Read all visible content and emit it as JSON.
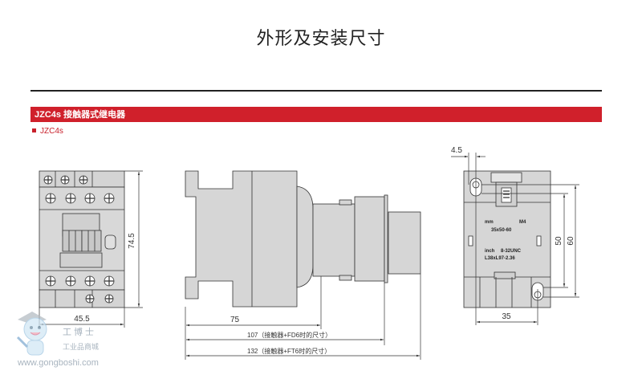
{
  "page": {
    "title": "外形及安装尺寸"
  },
  "section": {
    "header": "JZC4s 接触器式继电器",
    "subheading": "JZC4s",
    "accent_color": "#d0202b"
  },
  "front_view": {
    "width_dim": "45.5",
    "height_dim": "74.5"
  },
  "side_view": {
    "dim_contactor": "75",
    "dim_with_fd6": "107（接触器+FD6时的尺寸）",
    "dim_with_ft6": "132（接触器+FT6时的尺寸）"
  },
  "mounting_view": {
    "offset_dim": "4.5",
    "hole_spacing_h": "35",
    "hole_spacing_v1": "50",
    "hole_spacing_v2": "60",
    "label_mm_unit": "mm",
    "label_mm_screw": "M4",
    "label_mm_size": "35x50-60",
    "label_inch_unit": "inch",
    "label_inch_screw": "8-32UNC",
    "label_inch_size": "L38xL97-2.36"
  },
  "watermark": {
    "brand_cn": "工博士",
    "tagline": "工业品商城",
    "url": "www.gongboshi.com"
  }
}
